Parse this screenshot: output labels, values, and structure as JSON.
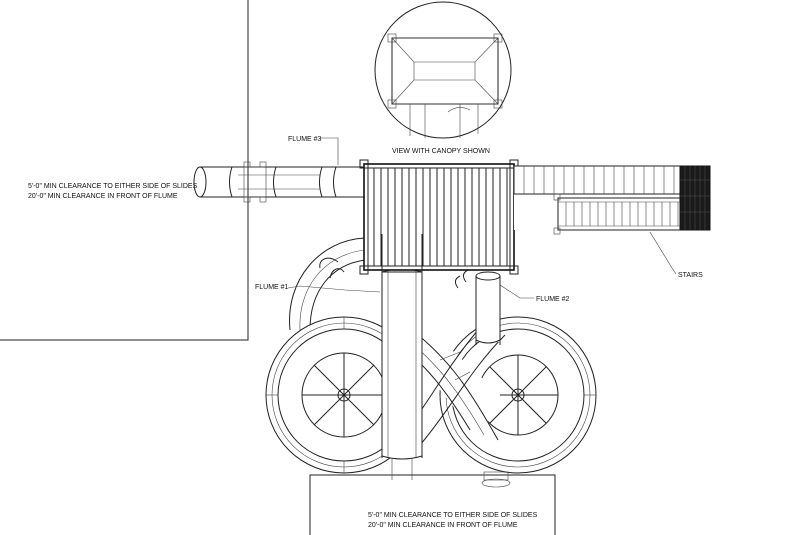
{
  "labels": {
    "clearance_left_1": "5'-0\" MIN CLEARANCE TO EITHER SIDE OF SLIDES",
    "clearance_left_2": "20'-0\" MIN CLEARANCE IN FRONT OF FLUME",
    "clearance_bottom_1": "5'-0\" MIN CLEARANCE TO EITHER SIDE OF SLIDES",
    "clearance_bottom_2": "20'-0\" MIN CLEARANCE IN FRONT OF FLUME",
    "flume3": "FLUME #3",
    "flume1": "FLUME #1",
    "flume2": "FLUME #2",
    "canopy": "VIEW WITH CANOPY SHOWN",
    "stairs": "STAIRS"
  }
}
